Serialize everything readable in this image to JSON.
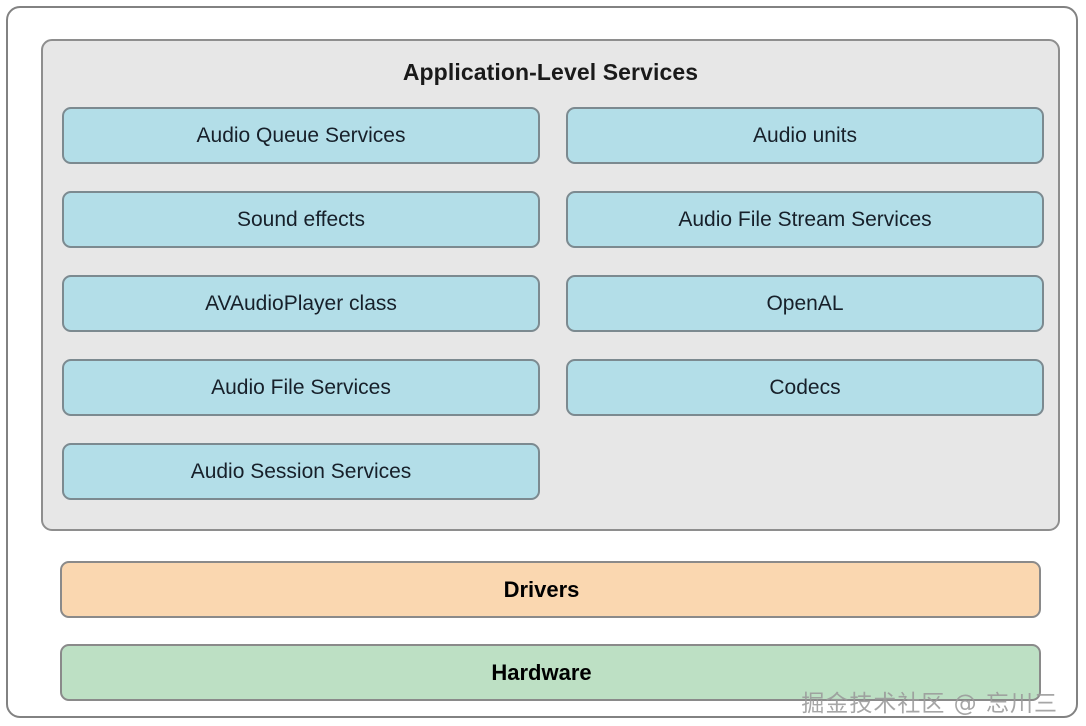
{
  "diagram": {
    "app_panel": {
      "title": "Application-Level Services",
      "rows": [
        {
          "left": "Audio Queue Services",
          "right": "Audio units"
        },
        {
          "left": "Sound effects",
          "right": "Audio File Stream Services"
        },
        {
          "left": "AVAudioPlayer class",
          "right": "OpenAL"
        },
        {
          "left": "Audio File Services",
          "right": "Codecs"
        },
        {
          "left": "Audio Session Services",
          "right": ""
        }
      ]
    },
    "layers": [
      {
        "label": "Drivers",
        "color": "#fad7b0"
      },
      {
        "label": "Hardware",
        "color": "#bde0c4"
      }
    ],
    "watermark": "掘金技术社区 @ 忘川三",
    "colors": {
      "panel_background": "#e7e7e7",
      "panel_border": "#8e8e8e",
      "service_box_fill": "#b3dee8",
      "service_box_border": "#7c8a90",
      "drivers_fill": "#fad7b0",
      "hardware_fill": "#bde0c4",
      "frame_border": "#828282",
      "text": "#17202a"
    }
  }
}
